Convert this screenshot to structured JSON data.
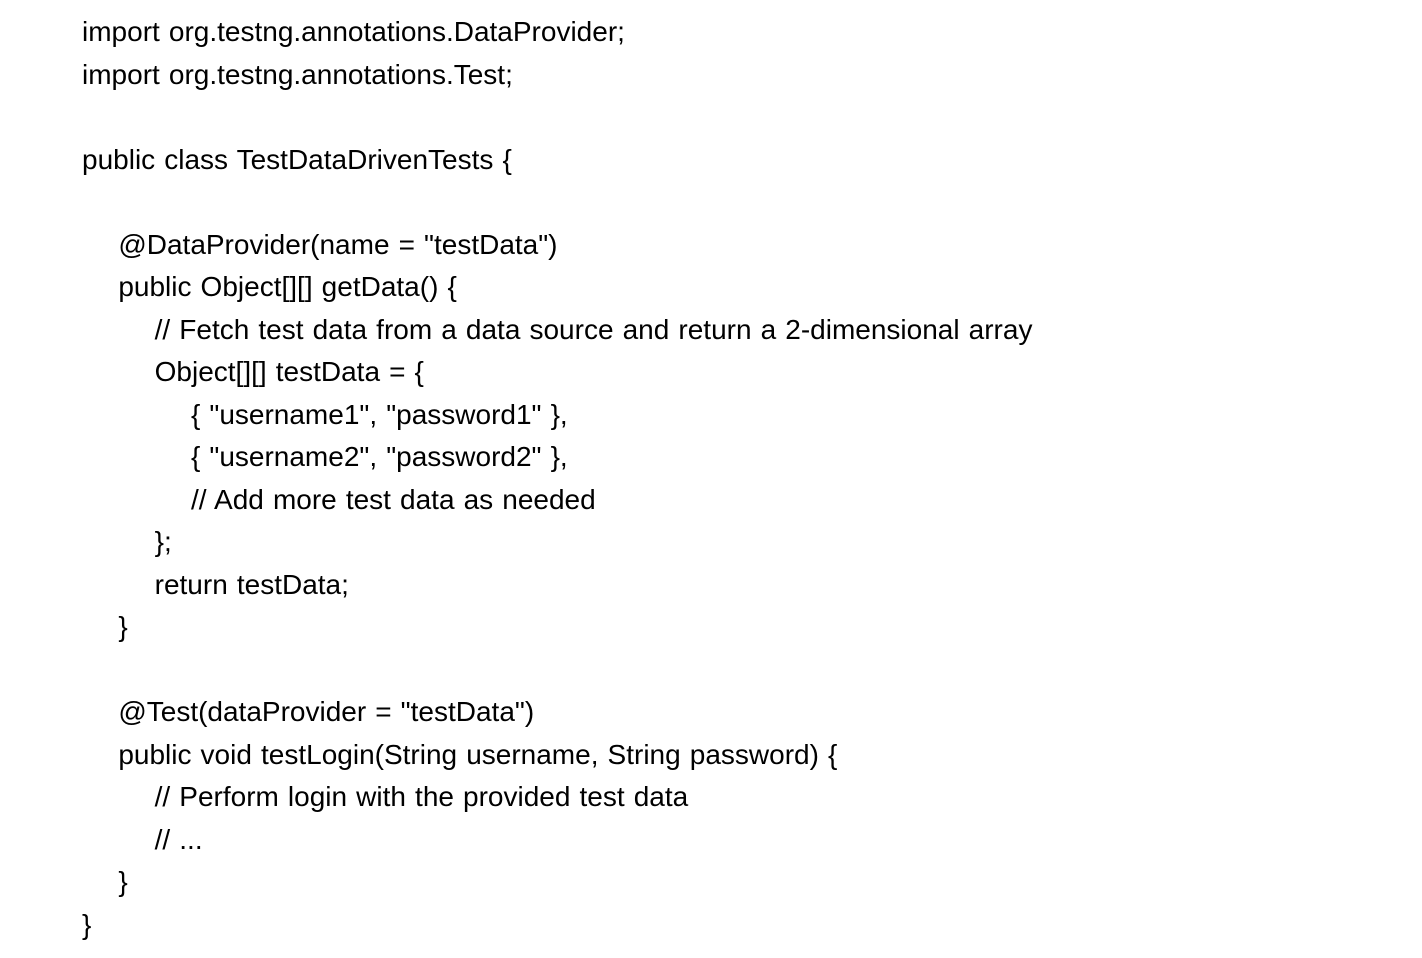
{
  "page": {
    "background_color": "#ffffff",
    "text_color": "#000000",
    "content_type": "code-snippet",
    "language": "java"
  },
  "code": {
    "lines": [
      {
        "text": "import org.testng.annotations.DataProvider;"
      },
      {
        "text": "import org.testng.annotations.Test;"
      },
      {
        "text": ""
      },
      {
        "text": "public class TestDataDrivenTests {"
      },
      {
        "text": ""
      },
      {
        "text": "    @DataProvider(name = \"testData\")"
      },
      {
        "text": "    public Object[][] getData() {"
      },
      {
        "text": "        // Fetch test data from a data source and return a 2-dimensional array"
      },
      {
        "text": "        Object[][] testData = {"
      },
      {
        "text": "            { \"username1\", \"password1\" },"
      },
      {
        "text": "            { \"username2\", \"password2\" },"
      },
      {
        "text": "            // Add more test data as needed"
      },
      {
        "text": "        };"
      },
      {
        "text": "        return testData;"
      },
      {
        "text": "    }"
      },
      {
        "text": ""
      },
      {
        "text": "    @Test(dataProvider = \"testData\")"
      },
      {
        "text": "    public void testLogin(String username, String password) {"
      },
      {
        "text": "        // Perform login with the provided test data"
      },
      {
        "text": "        // ..."
      },
      {
        "text": "    }"
      },
      {
        "text": "}"
      }
    ]
  }
}
